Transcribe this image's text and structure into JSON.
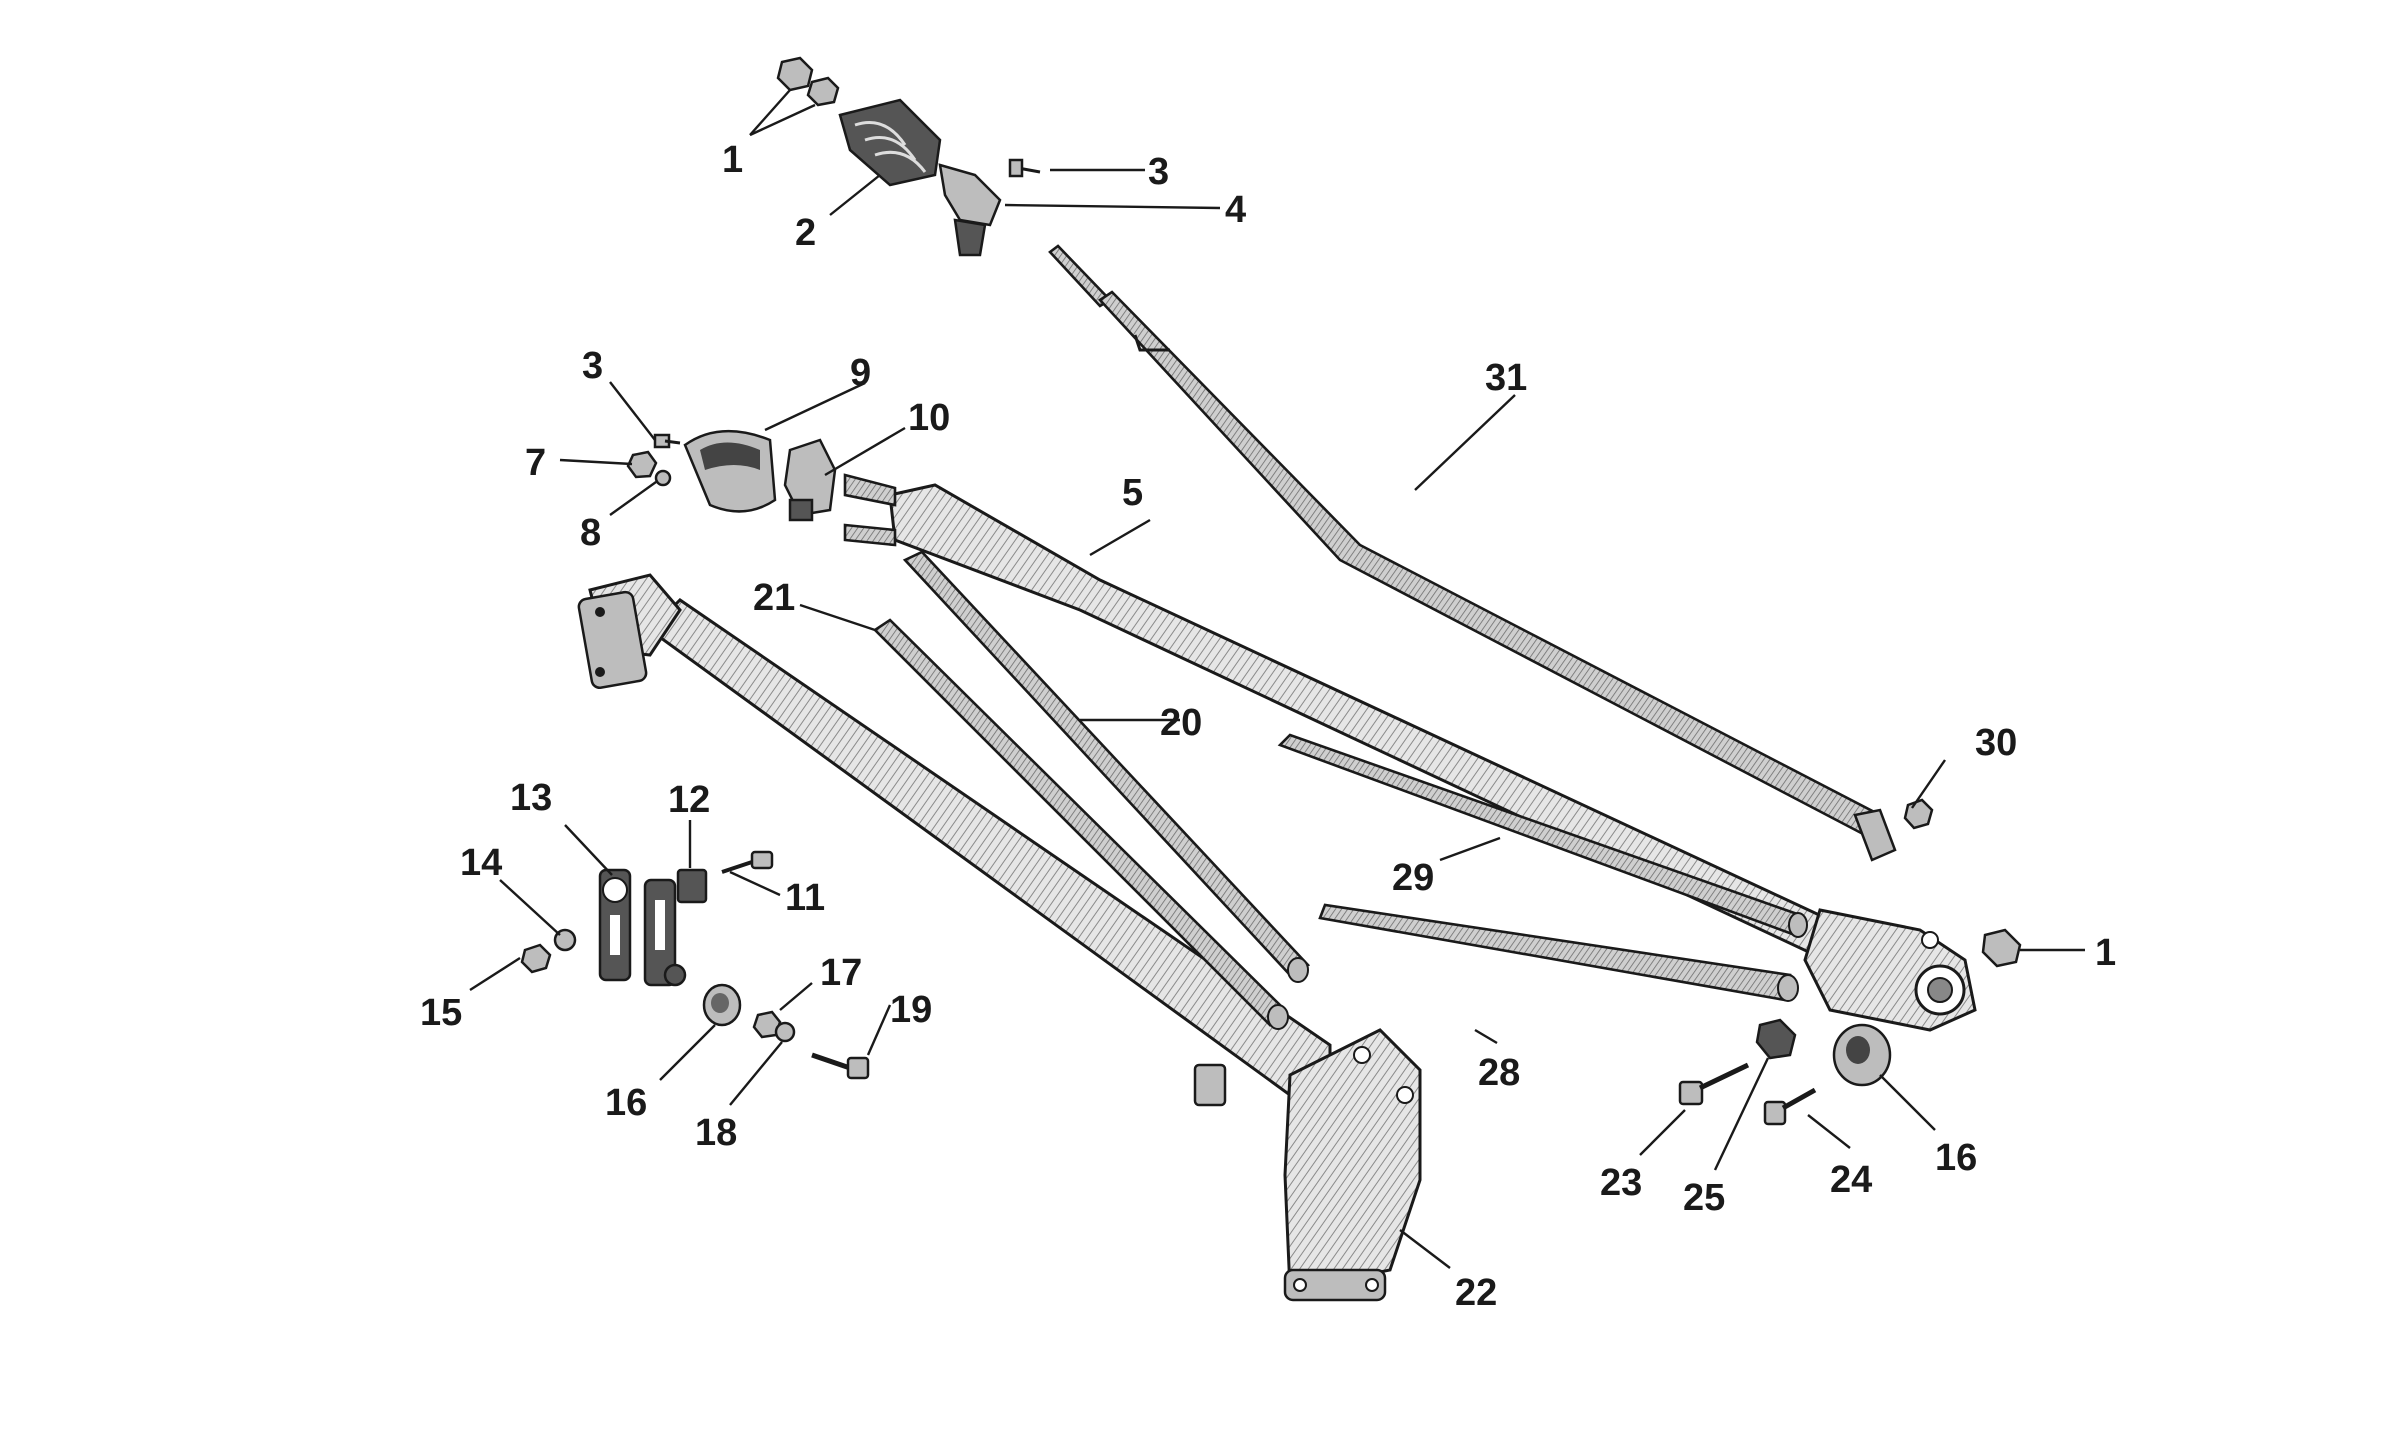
{
  "callouts": [
    {
      "id": "c1a",
      "label": "1"
    },
    {
      "id": "c2",
      "label": "2"
    },
    {
      "id": "c3a",
      "label": "3"
    },
    {
      "id": "c4",
      "label": "4"
    },
    {
      "id": "c31",
      "label": "31"
    },
    {
      "id": "c3b",
      "label": "3"
    },
    {
      "id": "c9",
      "label": "9"
    },
    {
      "id": "c10",
      "label": "10"
    },
    {
      "id": "c7",
      "label": "7"
    },
    {
      "id": "c8",
      "label": "8"
    },
    {
      "id": "c5",
      "label": "5"
    },
    {
      "id": "c21",
      "label": "21"
    },
    {
      "id": "c20",
      "label": "20"
    },
    {
      "id": "c30",
      "label": "30"
    },
    {
      "id": "c13",
      "label": "13"
    },
    {
      "id": "c12",
      "label": "12"
    },
    {
      "id": "c14",
      "label": "14"
    },
    {
      "id": "c11",
      "label": "11"
    },
    {
      "id": "c29",
      "label": "29"
    },
    {
      "id": "c1b",
      "label": "1"
    },
    {
      "id": "c17",
      "label": "17"
    },
    {
      "id": "c19",
      "label": "19"
    },
    {
      "id": "c15",
      "label": "15"
    },
    {
      "id": "c28",
      "label": "28"
    },
    {
      "id": "c16a",
      "label": "16"
    },
    {
      "id": "c18",
      "label": "18"
    },
    {
      "id": "c16b",
      "label": "16"
    },
    {
      "id": "c23",
      "label": "23"
    },
    {
      "id": "c25",
      "label": "25"
    },
    {
      "id": "c24",
      "label": "24"
    },
    {
      "id": "c22",
      "label": "22"
    }
  ]
}
